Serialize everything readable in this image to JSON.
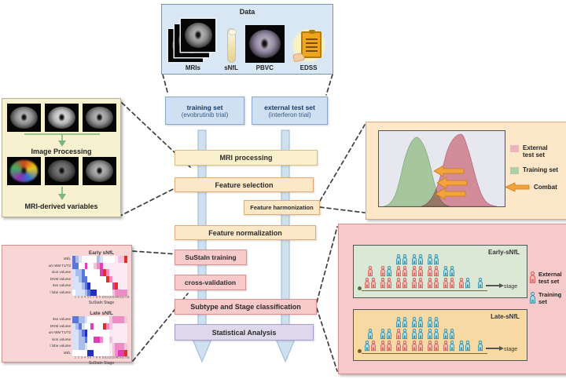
{
  "data_box": {
    "title": "Data",
    "items": [
      {
        "label": "MRIs",
        "icon": "mri-stack-icon"
      },
      {
        "label": "sNfL",
        "icon": "test-tube-icon"
      },
      {
        "label": "PBVC",
        "icon": "brain-mri-icon"
      },
      {
        "label": "EDSS",
        "icon": "clipboard-icon"
      }
    ]
  },
  "trial_boxes": {
    "training": {
      "name": "training set",
      "trial": "(evobrutinib trial)"
    },
    "external": {
      "name": "external test set",
      "trial": "(interferon trial)"
    }
  },
  "pipeline": {
    "mri_processing": "MRI processing",
    "feature_selection": "Feature selection",
    "feature_harmonization": "Feature harmonization",
    "feature_normalization": "Feature normalization",
    "sustain_training": "SuStaIn training",
    "cross_validation": "cross-validation",
    "subtype_stage": "Subtype and Stage classification",
    "statistical_analysis": "Statistical Analysis"
  },
  "image_processing_panel": {
    "step1": "Image Processing",
    "step2": "MRI-derived variables"
  },
  "harmonization_panel": {
    "legend": {
      "external_line1": "External",
      "external_line2": "test set",
      "external_color": "#efb3bb",
      "training": "Training set",
      "training_color": "#aecfa5",
      "combat": "Combat",
      "combat_color": "#f2a33c"
    }
  },
  "heatmap_panel": {
    "x_label": "SuStaIn Stage",
    "x_ticks": [
      "1",
      "2",
      "3",
      "4",
      "5",
      "6",
      "7",
      "8",
      "9",
      "10",
      "11",
      "12",
      "13",
      "14",
      "15",
      "16",
      "17",
      "18"
    ],
    "palette": {
      "0": "#ffffff",
      "1": "#d9e2f6",
      "2": "#a9bcec",
      "3": "#5b76d8",
      "4": "#2230c0",
      "5": "#fbe9f3",
      "6": "#f6c3de",
      "7": "#ef8cc7",
      "8": "#e23db5",
      "9": "#e12f28"
    },
    "early": {
      "title": "Early sNfL",
      "row_labels": [
        "sNfL",
        "um WM T1/T2",
        "sion volume",
        "DGM volume",
        "rtex volume",
        "l lobe volume"
      ],
      "matrix": [
        "321000002100005669",
        "330080067855555555",
        "122300000897555555",
        "112330000009755555",
        "111234000000089555",
        "011123440000067777"
      ]
    },
    "late": {
      "title": "Late sNfL",
      "row_labels": [
        "rtex volume",
        "DGM volume",
        "um WM T1/T2",
        "sion volume",
        "l lobe volume",
        "sNfL"
      ],
      "matrix": [
        "332210000000677776",
        "123100800097655555",
        "112340000000555555",
        "112230088700655555",
        "112210000000567776",
        "000004400000567889"
      ]
    }
  },
  "staging_panel": {
    "early": {
      "title": "Early-sNfL",
      "stage_label": "stage",
      "columns": [
        [
          "PP",
          "P"
        ],
        [
          "PP",
          "PB"
        ],
        [
          "PP",
          "PP",
          "BB"
        ],
        [
          "PP",
          "PP",
          "BB"
        ],
        [
          "PP",
          "PP",
          "BB"
        ],
        [
          "PP",
          "BB"
        ],
        [
          "PB"
        ],
        [
          "B"
        ]
      ]
    },
    "late": {
      "title": "Late-sNfL",
      "stage_label": "stage",
      "columns": [
        [
          "BP",
          "B"
        ],
        [
          "PP",
          "BB"
        ],
        [
          "PP",
          "PB",
          "BB"
        ],
        [
          "PP",
          "BB",
          "BB"
        ],
        [
          "PP",
          "BB",
          "BB"
        ],
        [
          "PB",
          "BB"
        ],
        [
          "BB"
        ],
        [
          "B"
        ]
      ]
    },
    "legend": {
      "external_line1": "External",
      "external_line2": "test set",
      "training": "Training set"
    },
    "person_colors": {
      "P": {
        "fill": "#f4b8b4",
        "stroke": "#cc5a52"
      },
      "B": {
        "fill": "#aadbe2",
        "stroke": "#2e8aa0"
      }
    }
  }
}
